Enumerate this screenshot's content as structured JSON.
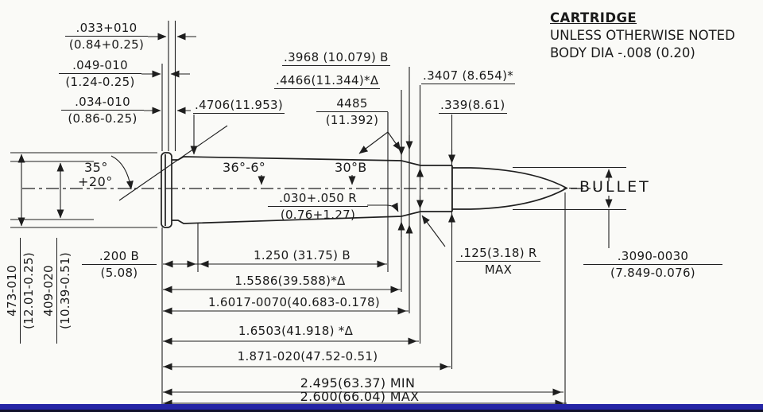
{
  "title_block": {
    "title": "CARTRIDGE",
    "line1": "UNLESS OTHERWISE NOTED",
    "line2": "BODY DIA -.008 (0.20)"
  },
  "colors": {
    "ink": "#1e1e1e",
    "paper": "#fafaf7",
    "footer_bar": "#2525a5"
  },
  "dims": {
    "rim_detail_1": {
      "in": ".033+010",
      "mm": "(0.84+0.25)"
    },
    "rim_detail_2": {
      "in": ".049-010",
      "mm": "(1.24-0.25)"
    },
    "rim_detail_3": {
      "in": ".034-010",
      "mm": "(0.86-0.25)"
    },
    "neck_dia_b": ".3968 (10.079) B",
    "shoulder_dia_delta": ".4466(11.344)*Δ",
    "body_dia_front": ".4706(11.953)",
    "shoulder_dia": {
      "in": "4485",
      "mm": "(11.392)"
    },
    "neck_dia_rear": ".3407 (8.654)*",
    "neck_dia_mouth": ".339(8.61)",
    "rim_angle": {
      "line1": "35°",
      "line2": "+20°"
    },
    "body_angle": "36°-6°",
    "shoulder_angle": "30°B",
    "junction_radius": {
      "in": ".030+.050 R",
      "mm": "(0.76+1.27)"
    },
    "rim_dia": {
      "in": "473-010",
      "mm": "(12.01-0.25)"
    },
    "base_dia": {
      "in": "409-020",
      "mm": "(10.39-0.51)"
    },
    "len_head": {
      "in": ".200 B",
      "mm": "(5.08)"
    },
    "len_body_b": "1.250 (31.75) B",
    "len_15586": "1.5586(39.588)*Δ",
    "len_16017": "1.6017-0070(40.683-0.178)",
    "len_16503": "1.6503(41.918) *Δ",
    "len_1871": "1.871-020(47.52-0.51)",
    "len_min": "2.495(63.37) MIN",
    "len_max": "2.600(66.04) MAX",
    "mouth_radius": {
      "in": ".125(3.18) R",
      "mm": "MAX"
    },
    "bullet_dia": {
      "in": ".3090-0030",
      "mm": "(7.849-0.076)"
    },
    "bullet_label": "BULLET"
  }
}
